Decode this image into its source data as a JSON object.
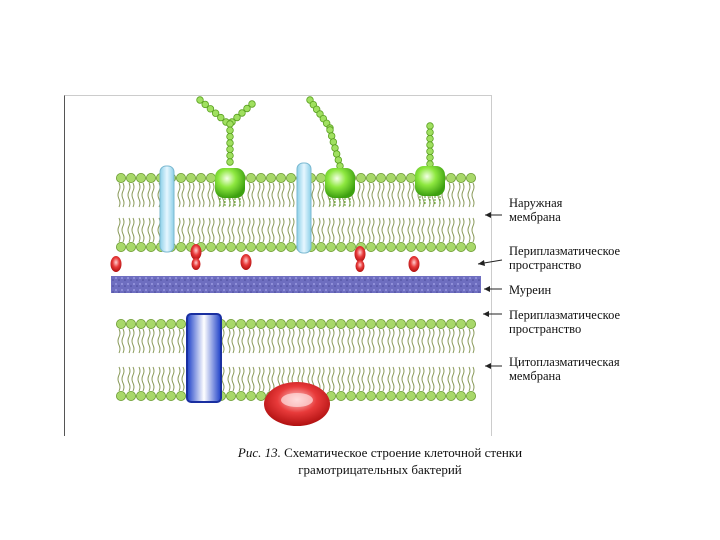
{
  "labels": {
    "outer_membrane": [
      "Наружная",
      "мембрана"
    ],
    "periplasm_1": [
      "Периплазматическое",
      "пространство"
    ],
    "murein": [
      "Муреин"
    ],
    "periplasm_2": [
      "Периплазматическое",
      "пространство"
    ],
    "cytoplasmic_membrane": [
      "Цитоплазматическая",
      "мембрана"
    ]
  },
  "caption": {
    "figure_number": "Рис. 13.",
    "line1": "Схематическое строение клеточной стенки",
    "line2": "грамотрицательных бактерий"
  },
  "colors": {
    "lipid_head": "#a8d86a",
    "lipid_tail": "#8a9a5a",
    "green_protein": "#7fe030",
    "porin": "#a9dcef",
    "red_protein": "#e03030",
    "murein": "#6a6ab8",
    "blue_protein": "#2a4fd8"
  }
}
